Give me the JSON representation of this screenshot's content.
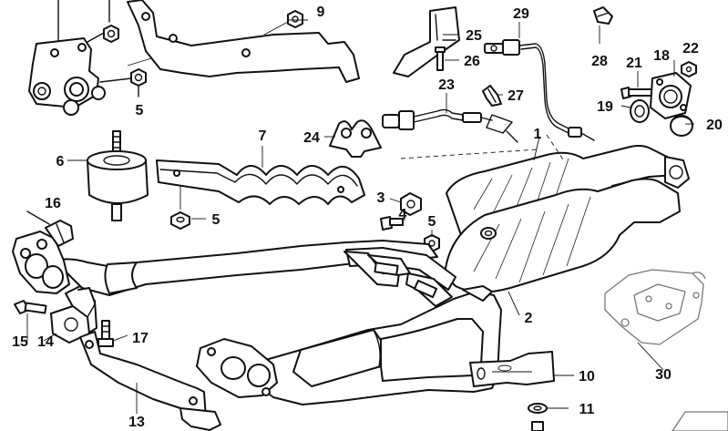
{
  "callouts": [
    {
      "id": "1",
      "text": "1"
    },
    {
      "id": "2",
      "text": "2"
    },
    {
      "id": "3",
      "text": "3"
    },
    {
      "id": "4",
      "text": "4"
    },
    {
      "id": "5a",
      "text": "5"
    },
    {
      "id": "5b",
      "text": "5"
    },
    {
      "id": "5c",
      "text": "5"
    },
    {
      "id": "6",
      "text": "6"
    },
    {
      "id": "7",
      "text": "7"
    },
    {
      "id": "9",
      "text": "9"
    },
    {
      "id": "10",
      "text": "10"
    },
    {
      "id": "11",
      "text": "11"
    },
    {
      "id": "13",
      "text": "13"
    },
    {
      "id": "14",
      "text": "14"
    },
    {
      "id": "15",
      "text": "15"
    },
    {
      "id": "16",
      "text": "16"
    },
    {
      "id": "17",
      "text": "17"
    },
    {
      "id": "18",
      "text": "18"
    },
    {
      "id": "19",
      "text": "19"
    },
    {
      "id": "20",
      "text": "20"
    },
    {
      "id": "21",
      "text": "21"
    },
    {
      "id": "22",
      "text": "22"
    },
    {
      "id": "23",
      "text": "23"
    },
    {
      "id": "24",
      "text": "24"
    },
    {
      "id": "25",
      "text": "25"
    },
    {
      "id": "26",
      "text": "26"
    },
    {
      "id": "27",
      "text": "27"
    },
    {
      "id": "28",
      "text": "28"
    },
    {
      "id": "29",
      "text": "29"
    },
    {
      "id": "30",
      "text": "30"
    }
  ]
}
